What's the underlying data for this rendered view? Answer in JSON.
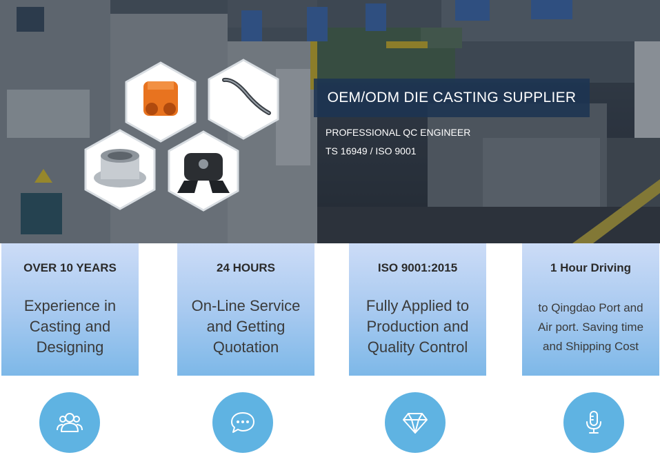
{
  "hero": {
    "title": "OEM/ODM DIE CASTING SUPPLIER",
    "subtitle_line1": "PROFESSIONAL QC ENGINEER",
    "subtitle_line2": "TS 16949 / ISO 9001"
  },
  "features": [
    {
      "heading": "OVER 10 YEARS",
      "lines": [
        "Experience in",
        "Casting and",
        "Designing"
      ],
      "icon": "users-icon"
    },
    {
      "heading": "24 HOURS",
      "lines": [
        "On-Line Service",
        "and Getting",
        "Quotation"
      ],
      "icon": "chat-bubble-icon"
    },
    {
      "heading": "ISO 9001:2015",
      "lines": [
        "Fully Applied to",
        "Production and",
        "Quality Control"
      ],
      "icon": "diamond-icon"
    },
    {
      "heading": "1 Hour Driving",
      "lines": [
        "to Qingdao Port and",
        "Air port. Saving time",
        "and Shipping Cost"
      ],
      "icon": "microphone-icon"
    }
  ],
  "colors": {
    "card_top": "#ccdcf7",
    "card_bottom": "#7db8e8",
    "icon_circle": "#5fb3e2",
    "title_box": "#1c3452"
  }
}
